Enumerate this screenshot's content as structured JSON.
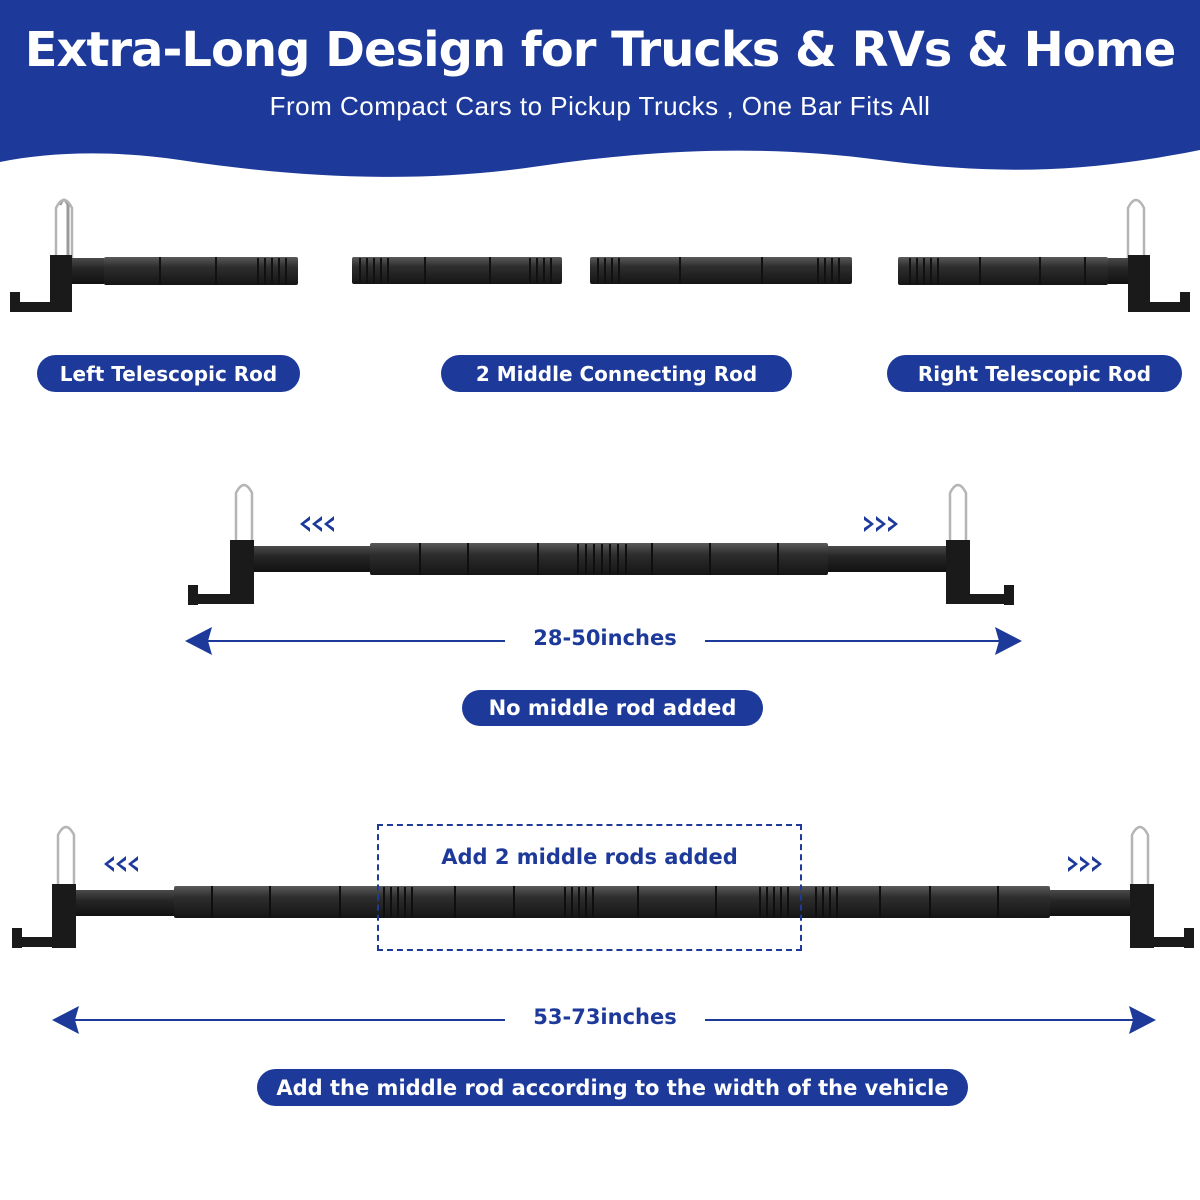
{
  "header": {
    "title": "Extra-Long Design for Trucks & RVs & Home",
    "subtitle": "From Compact Cars to Pickup Trucks , One Bar Fits All"
  },
  "parts": {
    "left_label": "Left Telescopic Rod",
    "middle_label": "2 Middle Connecting Rod",
    "right_label": "Right Telescopic Rod"
  },
  "config_short": {
    "dimension": "28-50inches",
    "caption": "No middle rod added"
  },
  "config_long": {
    "box_label": "Add 2 middle rods added",
    "dimension": "53-73inches",
    "caption": "Add the middle rod according to the width of the vehicle"
  },
  "colors": {
    "brand_blue": "#1d3a9a",
    "rod_black": "#2b2b2b",
    "background": "#ffffff"
  }
}
